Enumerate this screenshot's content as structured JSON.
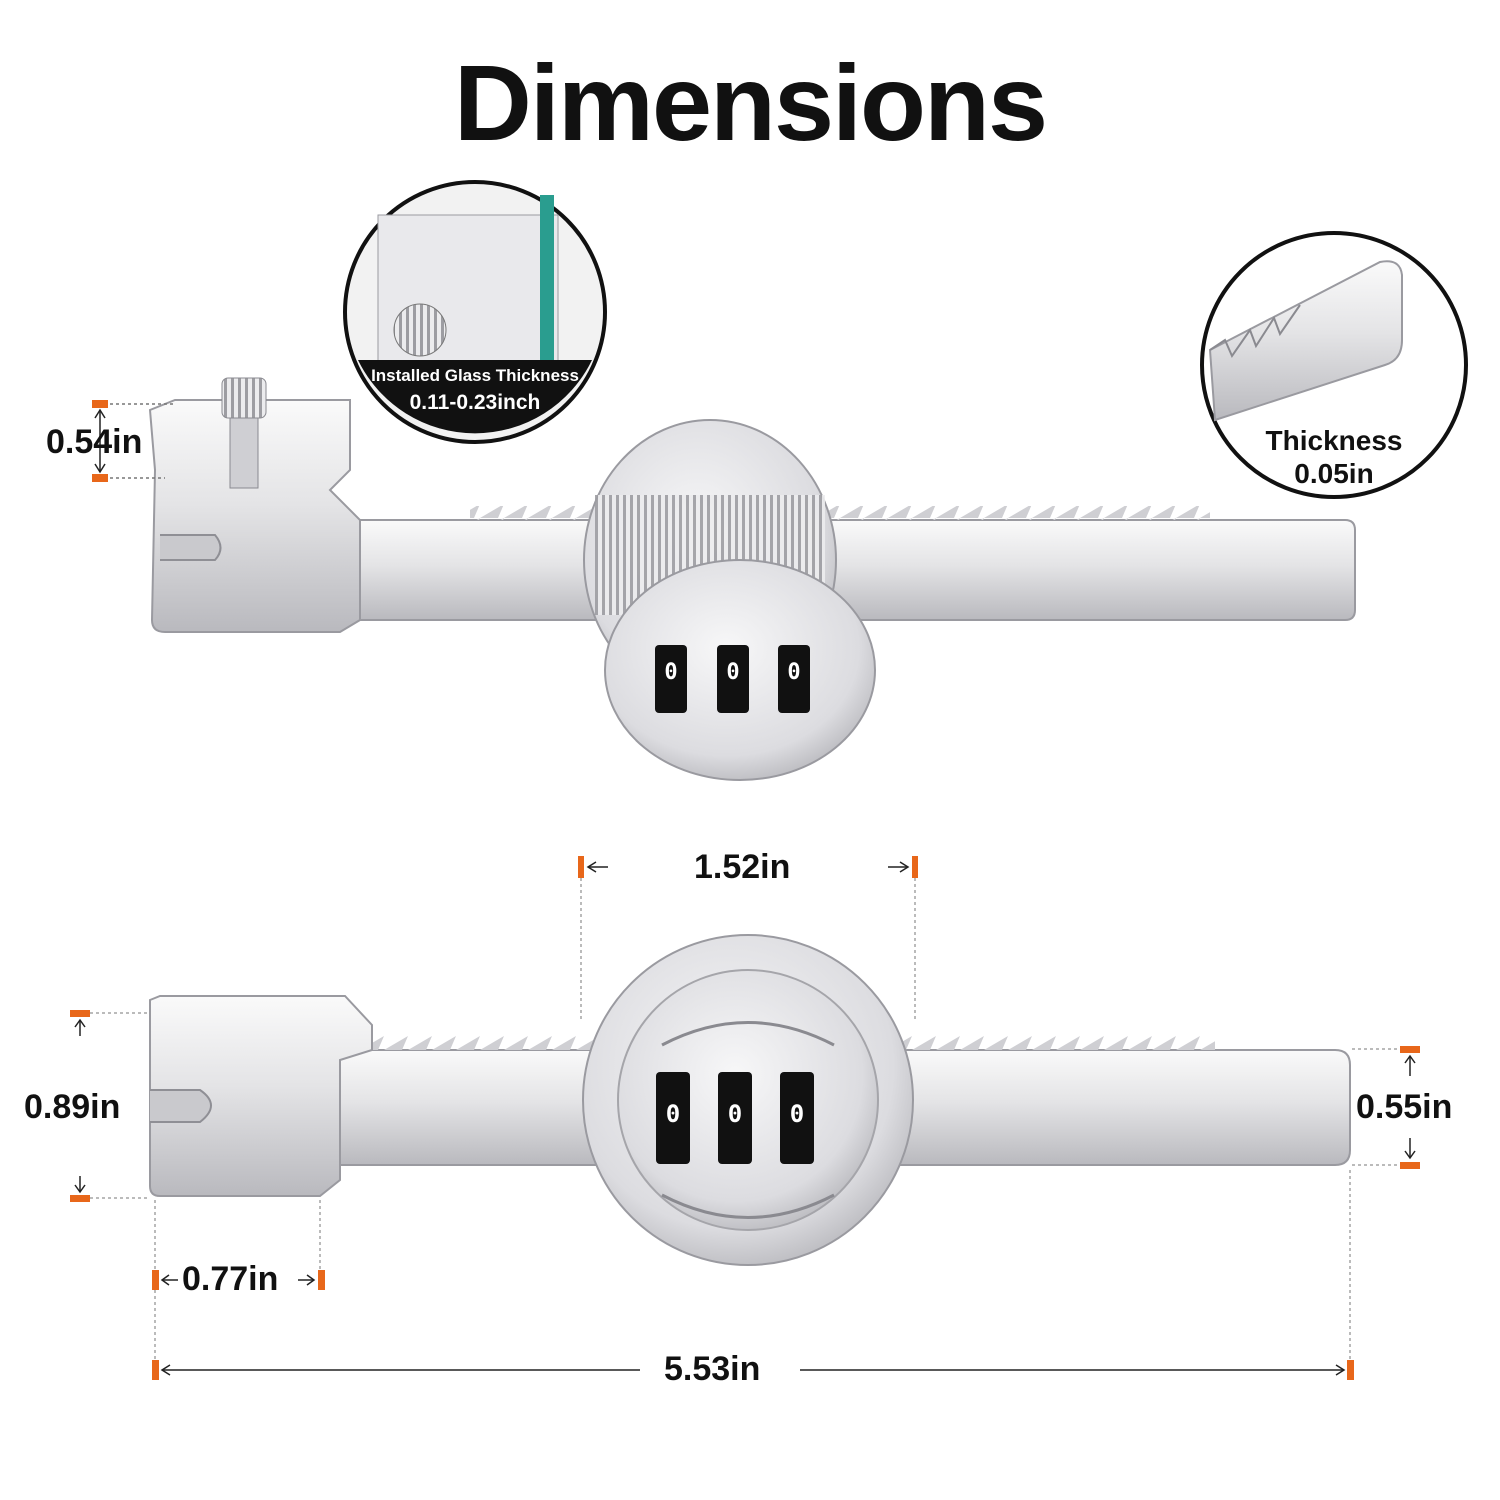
{
  "title": "Dimensions",
  "inset_glass": {
    "label_line1": "Installed Glass Thickness",
    "label_line2": "0.11-0.23inch"
  },
  "inset_thickness": {
    "label_line1": "Thickness",
    "label_line2": "0.05in"
  },
  "top_view": {
    "height_label": "0.54in",
    "dial_digits": [
      "0",
      "0",
      "0"
    ]
  },
  "bottom_view": {
    "dial_width": "1.52in",
    "clamp_height": "0.89in",
    "bar_height": "0.55in",
    "clamp_width": "0.77in",
    "total_length": "5.53in",
    "dial_digits": [
      "0",
      "0",
      "0"
    ]
  },
  "colors": {
    "accent": "#E8671A",
    "metal": "#d9d9db",
    "metal_dark": "#a8a8ad",
    "dial_black": "#111111"
  }
}
